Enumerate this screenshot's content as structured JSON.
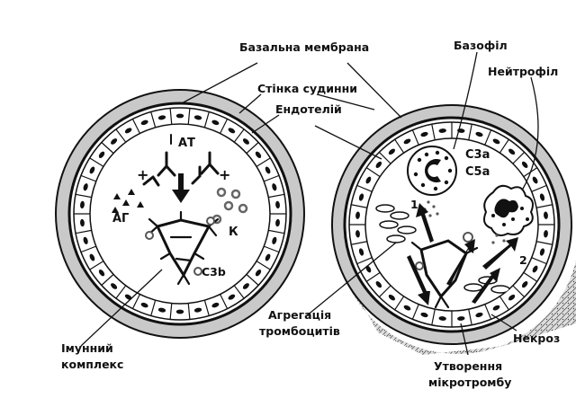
{
  "labels": {
    "basement_membrane": "Базальна мембрана",
    "vessel_wall": "Стінка судинни",
    "endothelium": "Ендотелій",
    "basophil": "Базофіл",
    "neutrophil": "Нейтрофіл",
    "antibody": "АТ",
    "antigen": "АГ",
    "complement": "К",
    "c3b": "C3b",
    "c3a": "C3a",
    "c5a": "C5a",
    "step_1": "1",
    "step_2": "2",
    "plus_sign": "+",
    "immune_complex_line1": "Імунний",
    "immune_complex_line2": "комплекс",
    "platelet_aggregation_line1": "Агрегація",
    "platelet_aggregation_line2": "тромбоцитів",
    "necrosis": "Некроз",
    "microthrombus_line1": "Утворення",
    "microthrombus_line2": "мікротромбу"
  },
  "colors": {
    "vessel_wall_fill": "#c9c9c9",
    "outline": "#111111",
    "background": "#ffffff",
    "necrosis_texture": "#444444"
  },
  "icons": {
    "antibody": "y-shape",
    "antigen": "small-dots",
    "complement": "rings",
    "basophil": "granulated-cell",
    "neutrophil": "lobed-cell"
  }
}
